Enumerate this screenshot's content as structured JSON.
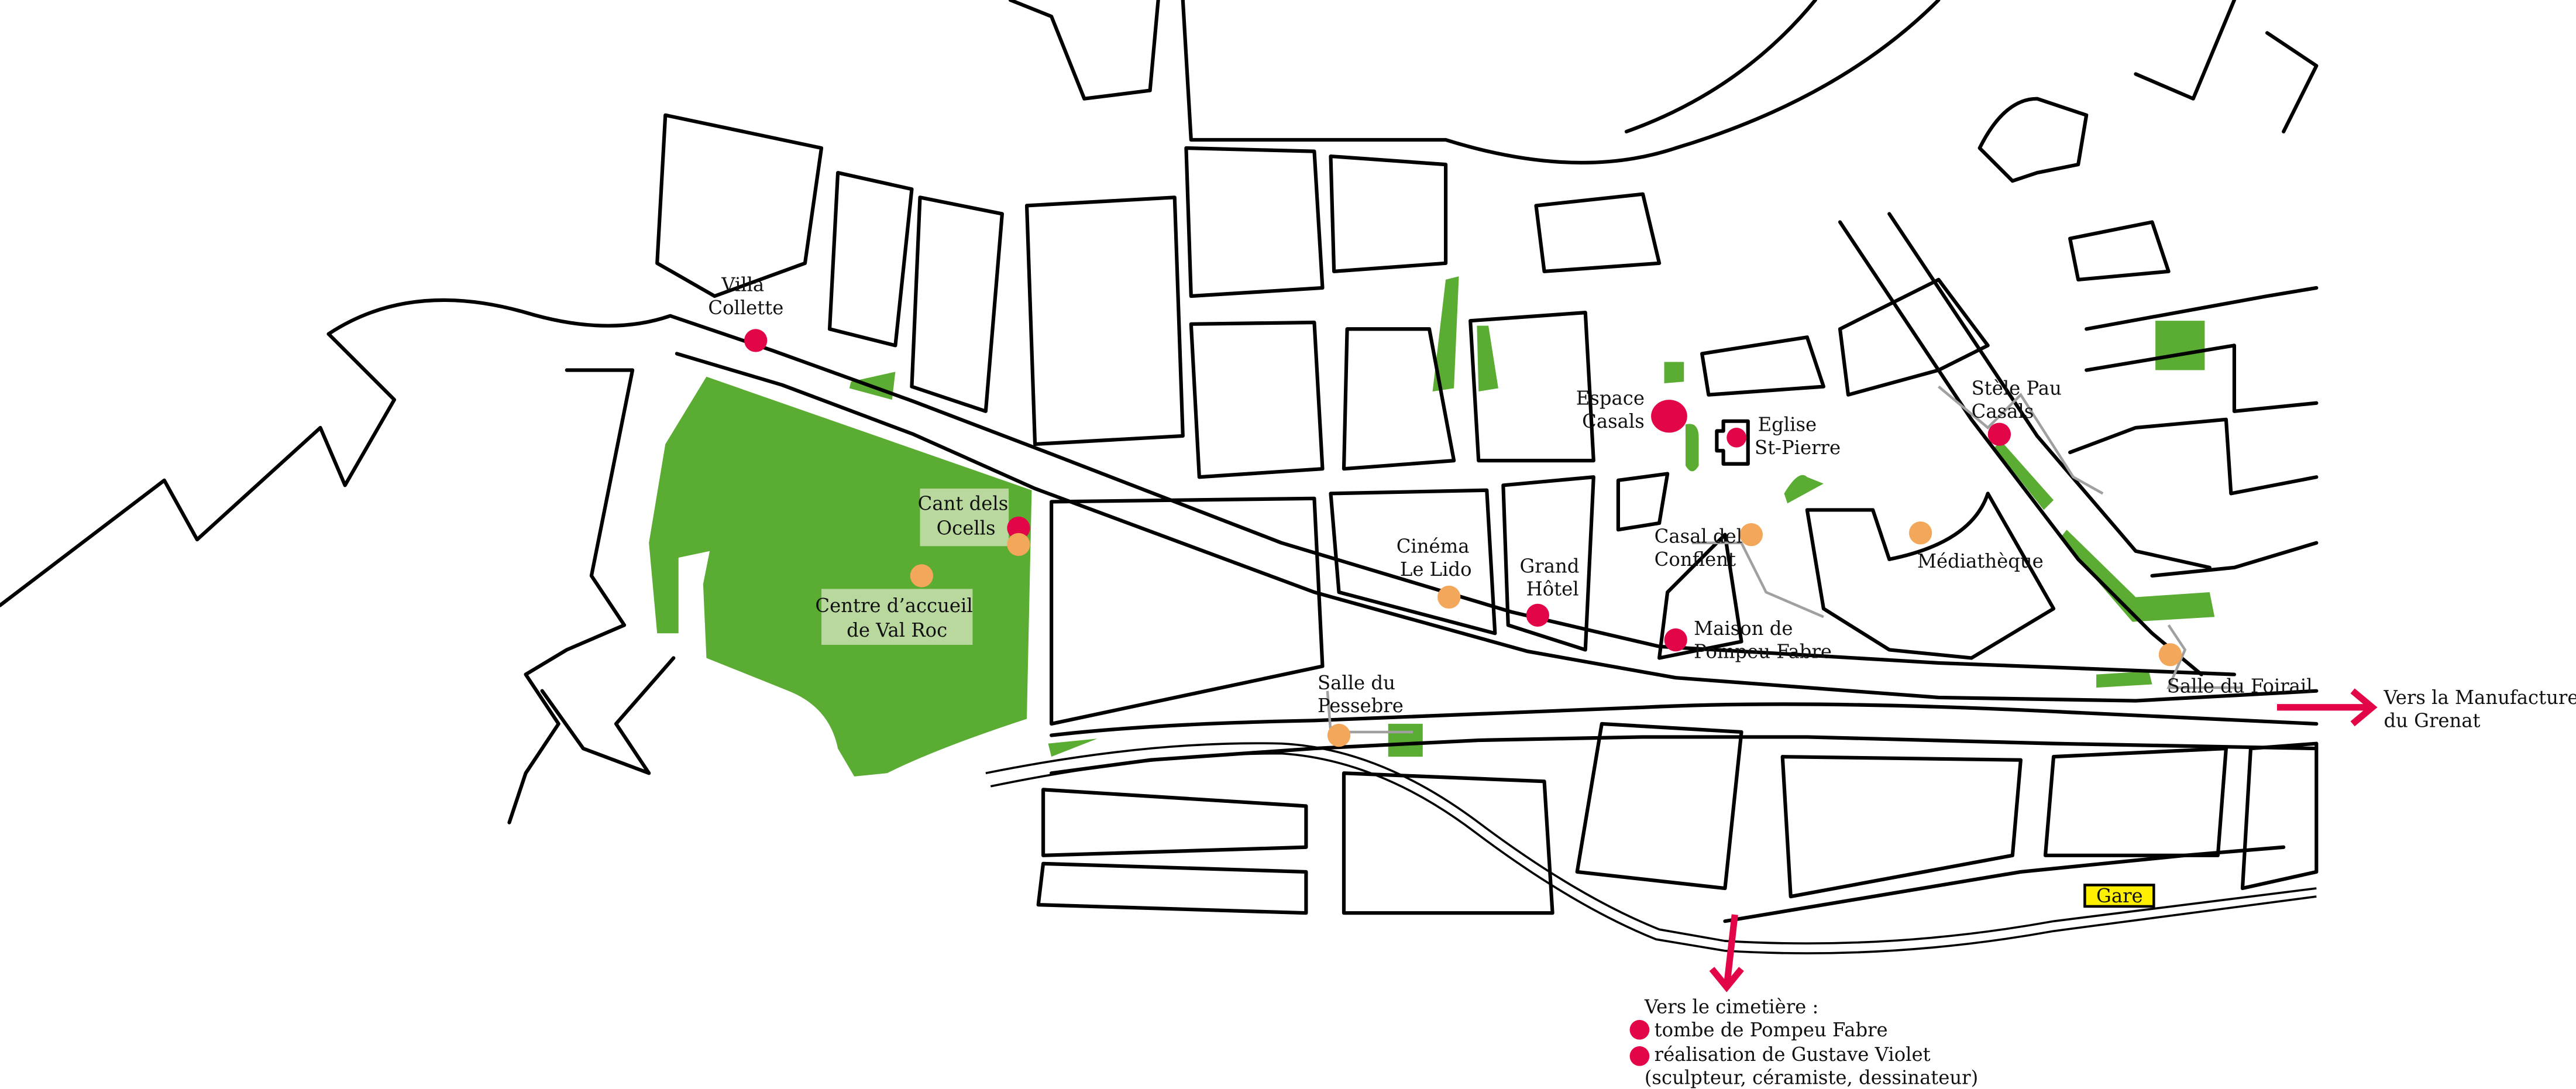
{
  "map": {
    "colors": {
      "park": "#5aac32",
      "label_background": "#b8d89e",
      "heritage_poi": "#e20548",
      "venue_poi": "#f3a75a",
      "station": "#ffef00",
      "road_outline": "#000000"
    },
    "places": [
      {
        "id": "villa-collette",
        "lines": [
          "Villa",
          "Collette"
        ],
        "marker": "heritage"
      },
      {
        "id": "cant-dels-ocells",
        "lines": [
          "Cant dels",
          "Ocells"
        ],
        "marker": "heritage+venue",
        "highlighted": true
      },
      {
        "id": "centre-val-roc",
        "lines": [
          "Centre d’accueil",
          "de Val Roc"
        ],
        "marker": "venue",
        "highlighted": true
      },
      {
        "id": "espace-casals",
        "lines": [
          "Espace",
          "Casals"
        ],
        "marker": "heritage"
      },
      {
        "id": "eglise-st-pierre",
        "lines": [
          "Eglise",
          "St-Pierre"
        ],
        "marker": "heritage"
      },
      {
        "id": "cinema-le-lido",
        "lines": [
          "Cinéma",
          "Le Lido"
        ],
        "marker": "venue"
      },
      {
        "id": "grand-hotel",
        "lines": [
          "Grand",
          "Hôtel"
        ],
        "marker": "heritage"
      },
      {
        "id": "casal-del-conflent",
        "lines": [
          "Casal del",
          "Conflent"
        ],
        "marker": "venue"
      },
      {
        "id": "mediatheque",
        "lines": [
          "Médiathèque"
        ],
        "marker": "venue"
      },
      {
        "id": "maison-pompeu-fabre",
        "lines": [
          "Maison de",
          "Pompeu Fabre"
        ],
        "marker": "heritage"
      },
      {
        "id": "stele-pau-casals",
        "lines": [
          "Stèle Pau",
          "Casals"
        ],
        "marker": "heritage"
      },
      {
        "id": "salle-du-pessebre",
        "lines": [
          "Salle du",
          "Pessebre"
        ],
        "marker": "venue"
      },
      {
        "id": "salle-du-foirail",
        "lines": [
          "Salle du Foirail"
        ],
        "marker": "venue"
      }
    ],
    "station": {
      "label": "Gare"
    },
    "directions": [
      {
        "id": "to-manufacture",
        "direction": "east",
        "lines": [
          "Vers la Manufacture",
          "du Grenat"
        ]
      },
      {
        "id": "to-cemetery",
        "direction": "south",
        "title": "Vers le cimetière :",
        "items": [
          "tombe de Pompeu Fabre",
          "réalisation de Gustave Violet"
        ],
        "note": "(sculpteur, céramiste, dessinateur)"
      }
    ]
  }
}
